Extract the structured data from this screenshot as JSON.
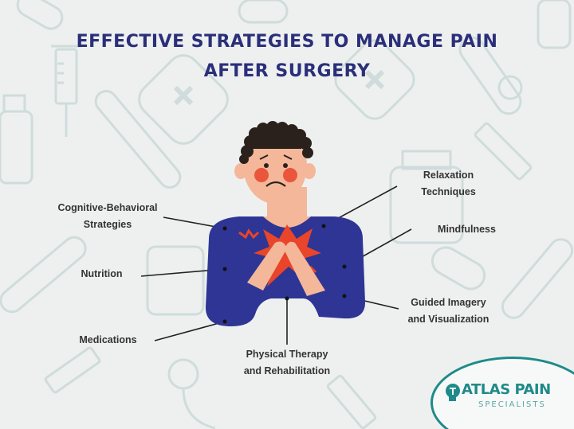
{
  "title": {
    "line1": "EFFECTIVE STRATEGIES TO MANAGE PAIN",
    "line2": "AFTER SURGERY"
  },
  "strategies": [
    {
      "id": "cbt",
      "label_line1": "Cognitive-Behavioral",
      "label_line2": "Strategies"
    },
    {
      "id": "nutrition",
      "label_line1": "Nutrition"
    },
    {
      "id": "medications",
      "label_line1": "Medications"
    },
    {
      "id": "physical-therapy",
      "label_line1": "Physical Therapy",
      "label_line2": "and Rehabilitation"
    },
    {
      "id": "relaxation",
      "label_line1": "Relaxation",
      "label_line2": "Techniques"
    },
    {
      "id": "mindfulness",
      "label_line1": "Mindfulness"
    },
    {
      "id": "guided-imagery",
      "label_line1": "Guided Imagery",
      "label_line2": "and Visualization"
    }
  ],
  "logo": {
    "main": "ATLAS PAIN",
    "sub": "SPECIALISTS"
  },
  "colors": {
    "background": "#eef0ef",
    "title": "#2b2f7a",
    "shirt": "#2e3594",
    "skin": "#f4b79a",
    "pain": "#e8452a",
    "hair": "#2a211c",
    "logo": "#1f8a8a"
  }
}
